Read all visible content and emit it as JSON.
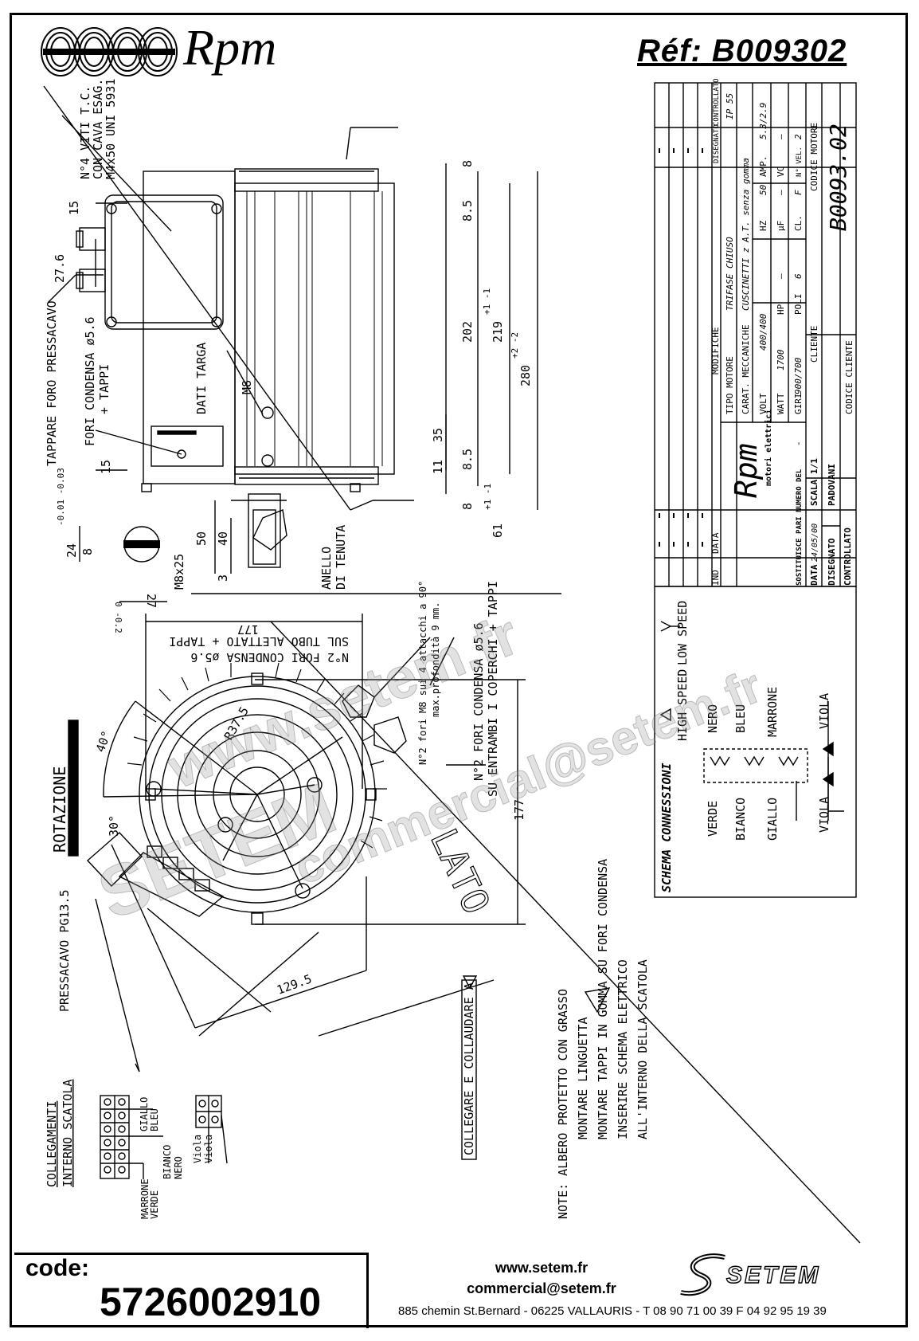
{
  "header": {
    "brand": "Rpm",
    "reference": "Réf:  B009302"
  },
  "title_block": {
    "revision_header": [
      "IND",
      "DATA",
      "MODIFICHE",
      "DISEGNATO",
      "CONTROLLATO"
    ],
    "protection": "IP 55",
    "motor_type_label": "TIPO MOTORE",
    "motor_type": "TRIFASE CHIUSO",
    "mech_label": "CARAT. MECCANICHE",
    "mech_value": "CUSCINETTI z A.T. senza gomma",
    "volt_label": "VOLT",
    "volt": "400/400",
    "hz_label": "HZ",
    "hz": "50",
    "amp_label": "AMP.",
    "amp": "5.3/2.9",
    "watt_label": "WATT",
    "watt": "1700",
    "hp_label": "HP",
    "hp": "—",
    "uf_label": "µF",
    "uf": "—",
    "vc_label": "VC",
    "vc": "—",
    "giri_label": "GIRI",
    "giri": "900/700",
    "poli_label": "POLI",
    "poli": "6",
    "cl_label": "CL.",
    "cl": "F",
    "nvel_label": "N° VEL.",
    "nvel": "2",
    "codice_motore_label": "CODICE MOTORE",
    "codice_motore": "B0093.02",
    "cliente_label": "CLIENTE",
    "codice_cliente_label": "CODICE CLIENTE",
    "company_brand": "Rpm",
    "company_sub": "motori elettrici",
    "sostituisce_label": "SOSTITUISCE PARI NUMERO DEL",
    "sostituisce_value": "-",
    "data_label": "DATA",
    "data_value": "24/05/00",
    "scala_label": "SCALA",
    "scala_value": "1/1",
    "disegnato_label": "DISEGNATO",
    "disegnato_value": "PADOVANI",
    "controllato_label": "CONTROLLATO"
  },
  "connection_scheme": {
    "title": "SCHEMA CONNESSIONI",
    "high_speed": "HIGH SPEED",
    "low_speed": "LOW SPEED",
    "wires_top": [
      "NERO",
      "BLEU",
      "MARRONE"
    ],
    "wires_bottom": [
      "VERDE",
      "BIANCO",
      "GIALLO"
    ],
    "viola": "VIOLA"
  },
  "side_view": {
    "screw_note": [
      "N°4 VITI T.C.",
      "CON CAVA ESAG.",
      "M4x50 UNI 5931"
    ],
    "tappare": "TAPPARE FORO PRESSACAVO",
    "fori_condensa": [
      "FORI CONDENSA ø5.6",
      "+ TAPPI"
    ],
    "dati_targa": "DATI TARGA",
    "m8": "M8",
    "anello": [
      "ANELLO",
      "DI TENUTA"
    ],
    "dims": [
      "15",
      "27.6",
      "15",
      "8",
      "8.5",
      "202",
      "219",
      "280",
      "35",
      "11",
      "8.5",
      "8",
      "61",
      "50",
      "40",
      "3",
      "24",
      "8",
      "27",
      "M8x25"
    ],
    "tol_219": "+1 -1",
    "tol_280": "+2 -2",
    "tol_61": "+1 -1",
    "tol_24": "-0.01 -0.03",
    "tol_27": "0 -0.2"
  },
  "front_view": {
    "rotazione": "ROTAZIONE",
    "pressacavo": "PRESSACAVO PG13.5",
    "angle_40": "40°",
    "angle_30": "30°",
    "r375": "R37.5",
    "dim_177_h": "177",
    "dim_177_v": "177",
    "dim_1295": "129.5",
    "note_fori_tubo": [
      "N°2 FORI CONDENSA ø5.6",
      "SUL TUBO ALETTATO + TAPPI"
    ],
    "note_fori_m8": [
      "N°2 fori M8 sui 4 attacchi a 90°",
      "max.profondità 9 mm."
    ],
    "note_fori_coperchi": [
      "N°2 FORI CONDENSA ø5.6",
      "SU ENTRAMBI I COPERCHI + TAPPI"
    ],
    "lato": "LATO"
  },
  "terminal_box": {
    "title": [
      "COLLEGAMENTI",
      "INTERNO SCATOLA"
    ],
    "wires": [
      "GIALLO",
      "BLEU",
      "BIANCO",
      "NERO",
      "MARRONE",
      "VERDE"
    ],
    "viola": "Viola"
  },
  "notes": {
    "collegare": "COLLEGARE E COLLAUDARE A",
    "lines": [
      "NOTE: ALBERO PROTETTO CON GRASSO",
      "MONTARE LINGUETTA",
      "MONTARE TAPPI IN GOMMA SU FORI CONDENSA",
      "INSERIRE SCHEMA ELETTRICO",
      "ALL'INTERNO DELLA SCATOLA"
    ]
  },
  "footer": {
    "code_label": "code:",
    "code_value": "5726002910",
    "web": "www.setem.fr",
    "email": "commercial@setem.fr",
    "address": "885 chemin St.Bernard  -  06225 VALLAURIS  -  T 08 90 71 00 39  F 04 92 95 19 39",
    "company": "SETEM"
  },
  "watermarks": [
    "www.setem.fr",
    "SETEM",
    "commercial@setem.fr"
  ]
}
